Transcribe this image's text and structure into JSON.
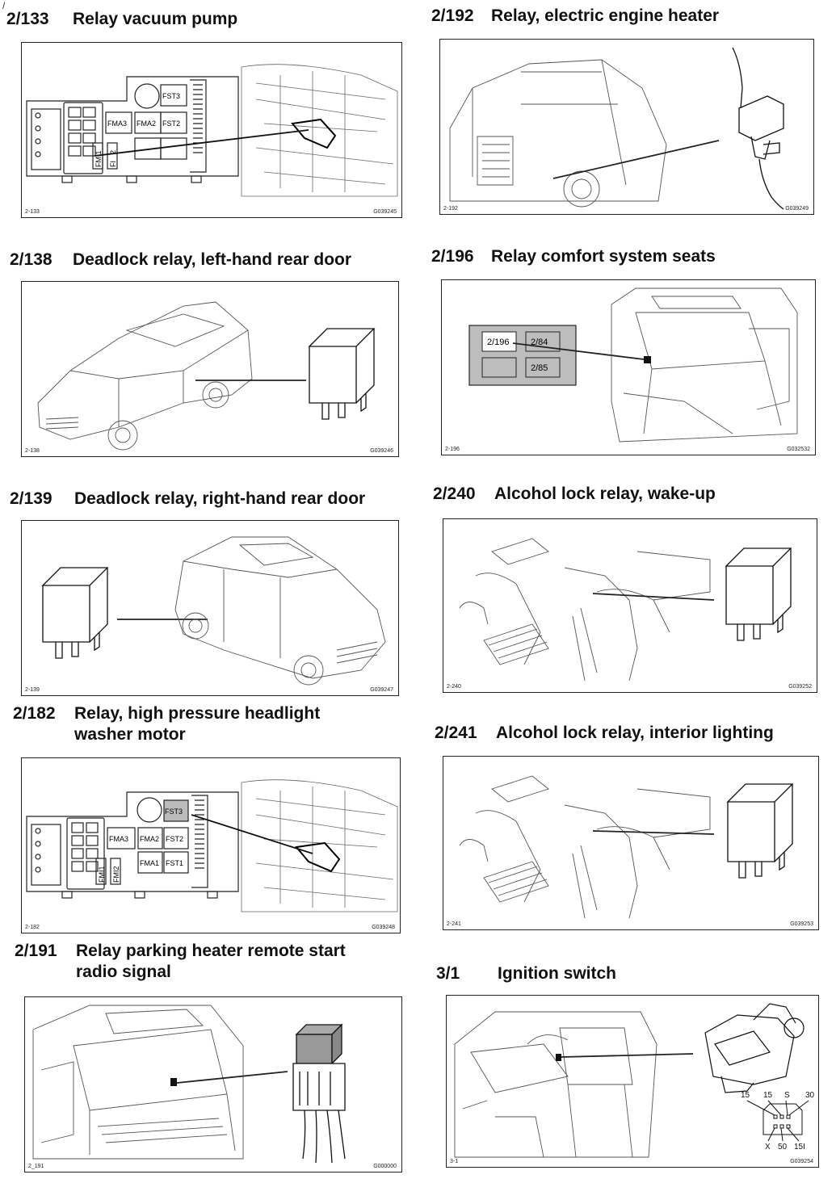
{
  "corner_mark": "/",
  "sections": [
    {
      "code": "2/133",
      "title": "Relay vacuum pump",
      "cap_left": "2-133",
      "cap_right": "G039245"
    },
    {
      "code": "2/192",
      "title": "Relay, electric engine heater",
      "cap_left": "2-192",
      "cap_right": "G039249"
    },
    {
      "code": "2/138",
      "title": "Deadlock relay, left-hand rear door",
      "cap_left": "2-138",
      "cap_right": "G039246"
    },
    {
      "code": "2/196",
      "title": "Relay comfort system seats",
      "cap_left": "2-196",
      "cap_right": "G032532"
    },
    {
      "code": "2/139",
      "title": "Deadlock relay, right-hand rear door",
      "cap_left": "2-139",
      "cap_right": "G039247"
    },
    {
      "code": "2/240",
      "title": "Alcohol lock relay, wake-up",
      "cap_left": "2-240",
      "cap_right": "G039252"
    },
    {
      "code": "2/182",
      "title": "Relay, high pressure headlight",
      "title2": "washer motor",
      "cap_left": "2-182",
      "cap_right": "G039248"
    },
    {
      "code": "2/241",
      "title": "Alcohol lock relay, interior lighting",
      "cap_left": "2-241",
      "cap_right": "G039253"
    },
    {
      "code": "2/191",
      "title": "Relay parking heater remote start",
      "title2": "radio signal",
      "cap_left": "2_191",
      "cap_right": "G000000"
    },
    {
      "code": "3/1",
      "title": "Ignition switch",
      "cap_left": "3-1",
      "cap_right": "G039254"
    }
  ],
  "fusebox": {
    "fst3": "FST3",
    "fma3": "FMA3",
    "fma2": "FMA2",
    "fst2": "FST2",
    "fst1": "FST1",
    "fma1": "FMA1",
    "fmi1": "FMI1",
    "fmi2": "FMI2",
    "n2": "2",
    "fi": "FI"
  },
  "seat_relays": {
    "a": "2/196",
    "b": "2/84",
    "c": "2/85"
  },
  "ignition": {
    "t15a": "15",
    "t15b": "15",
    "ts": "S",
    "t30": "30",
    "tx": "X",
    "t50": "50",
    "t15i": "15I"
  }
}
